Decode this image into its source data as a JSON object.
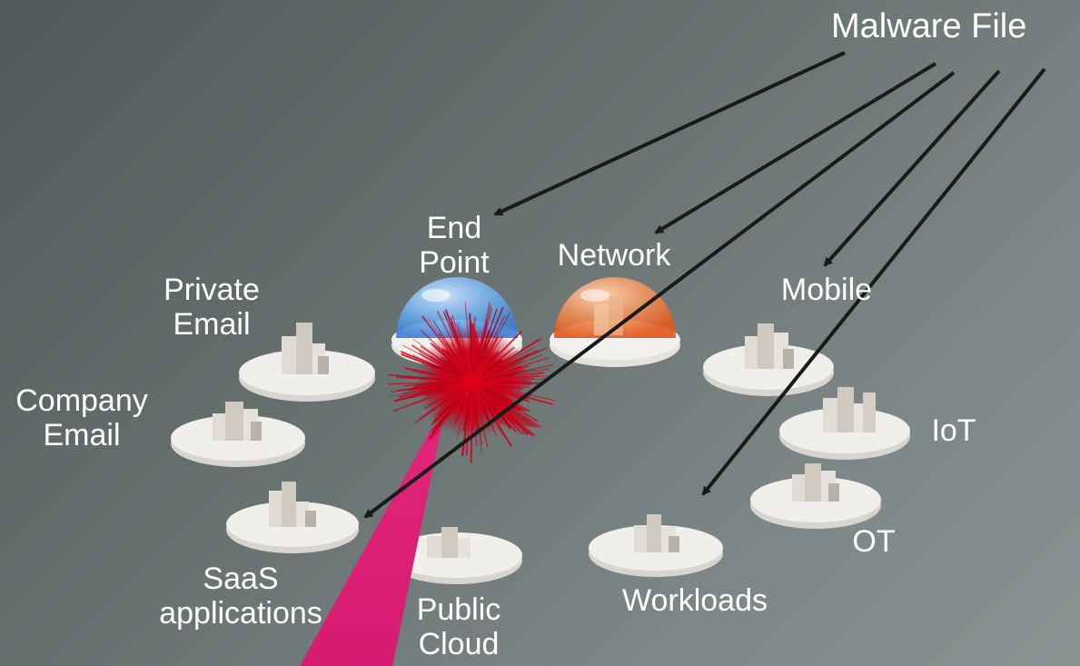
{
  "source": {
    "label": "Malware File"
  },
  "nodes": [
    {
      "key": "end_point",
      "label": "End\nPoint",
      "shield": true,
      "shield_color": "#6aaef0"
    },
    {
      "key": "network",
      "label": "Network",
      "shield": true,
      "shield_color": "#f07a40"
    },
    {
      "key": "mobile",
      "label": "Mobile"
    },
    {
      "key": "private_email",
      "label": "Private\nEmail"
    },
    {
      "key": "company_email",
      "label": "Company\nEmail"
    },
    {
      "key": "iot",
      "label": "IoT"
    },
    {
      "key": "ot",
      "label": "OT"
    },
    {
      "key": "saas",
      "label": "SaaS\napplications"
    },
    {
      "key": "public_cloud",
      "label": "Public\nCloud"
    },
    {
      "key": "workloads",
      "label": "Workloads"
    }
  ],
  "arrows": [
    {
      "from": "malware_file",
      "to": "end_point"
    },
    {
      "from": "malware_file",
      "to": "network"
    },
    {
      "from": "malware_file",
      "to": "mobile"
    },
    {
      "from": "malware_file",
      "to": "saas"
    },
    {
      "from": "malware_file",
      "to": "workloads"
    }
  ],
  "colors": {
    "explosion": "#d0021b",
    "beam": "#d81b72",
    "arrow": "#1a1a1a",
    "platform": "#f1efec",
    "building": "#d9d4cc"
  }
}
